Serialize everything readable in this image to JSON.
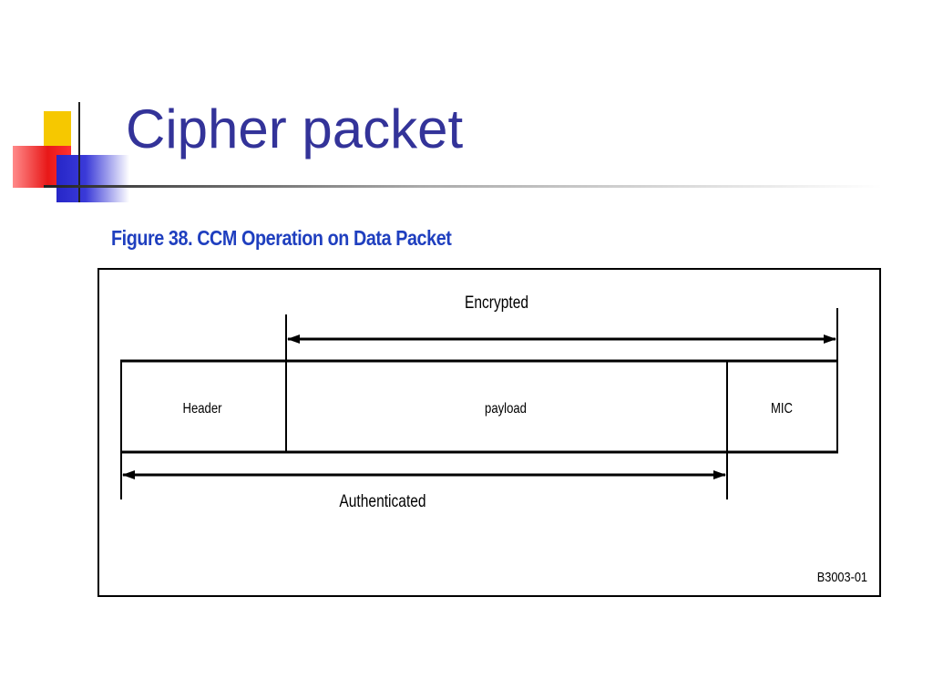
{
  "slide": {
    "title": "Cipher packet"
  },
  "figure": {
    "caption": "Figure 38. CCM Operation on Data Packet",
    "id_label": "B3003-01",
    "fields": {
      "header": "Header",
      "payload": "payload",
      "mic": "MIC"
    },
    "spans": {
      "encrypted": "Encrypted",
      "authenticated": "Authenticated"
    }
  }
}
